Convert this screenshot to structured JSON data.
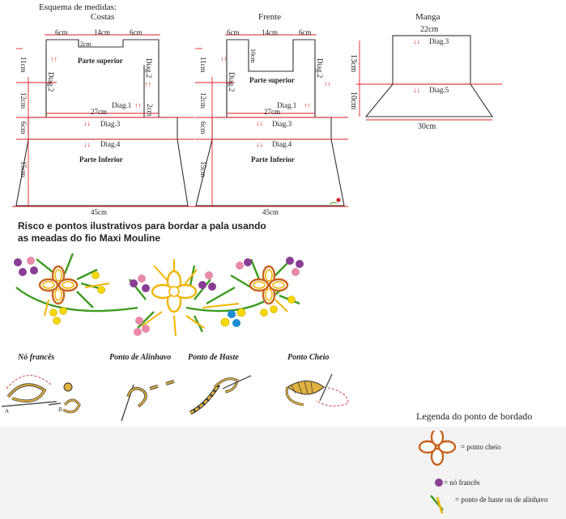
{
  "schematic": {
    "title_line1": "Esquema de medidas:",
    "costas": {
      "title": "Costas",
      "top_left": "6cm",
      "top_mid": "14cm",
      "top_right": "6cm",
      "neck": "2cm",
      "upper_label": "Parte superior",
      "lower_label": "Parte Inferior",
      "diag1": "Diag.1",
      "diag2_left": "Diag.2",
      "diag2_right": "Diag.2",
      "diag3": "Diag.3",
      "diag4": "Diag.4",
      "w27": "27cm",
      "w45": "45cm",
      "h11": "11cm",
      "h12": "12cm",
      "h6": "6cm",
      "h15": "15cm",
      "side2": "2cm"
    },
    "frente": {
      "title": "Frente",
      "top_left": "6cm",
      "top_mid": "14cm",
      "top_right": "6cm",
      "neck": "10cm",
      "upper_label": "Parte superior",
      "lower_label": "Parte Inferior",
      "diag1": "Diag.1",
      "diag2_left": "Diag.2",
      "diag2_right": "Diag.2",
      "diag3": "Diag.3",
      "diag4": "Diag.4",
      "w27": "27cm",
      "w45": "45cm",
      "h11": "11cm",
      "h12": "12cm",
      "h6": "6cm",
      "h15": "15cm"
    },
    "manga": {
      "title": "Manga",
      "top": "22cm",
      "bottom": "30cm",
      "h13": "13cm",
      "h10": "10cm",
      "diag3": "Diag.3",
      "diag5": "Diag.5"
    }
  },
  "embroidery": {
    "heading_line1": "Risco e pontos ilustrativos para bordar a pala usando",
    "heading_line2": "as meadas do fio Maxi Mouline"
  },
  "stitches": {
    "no_frances": "Nó francês",
    "alinhavo": "Ponto de Alinhavo",
    "haste": "Ponto de Haste",
    "cheio": "Ponto Cheio"
  },
  "legend": {
    "title": "Legenda do ponto de bordado",
    "cheio": "= ponto cheio",
    "frances": "= nó francês",
    "haste": "= ponto de haste ou de alinhavo"
  },
  "colors": {
    "petal_orange": "#c8641e",
    "petal_yellow": "#f0b400",
    "leaf_green": "#3c9a1e",
    "french_purple": "#8a3d95",
    "french_pink": "#e88aa8",
    "french_yellow": "#f5d800",
    "french_blue": "#1e8cd2",
    "measure_red": "#d22222"
  }
}
